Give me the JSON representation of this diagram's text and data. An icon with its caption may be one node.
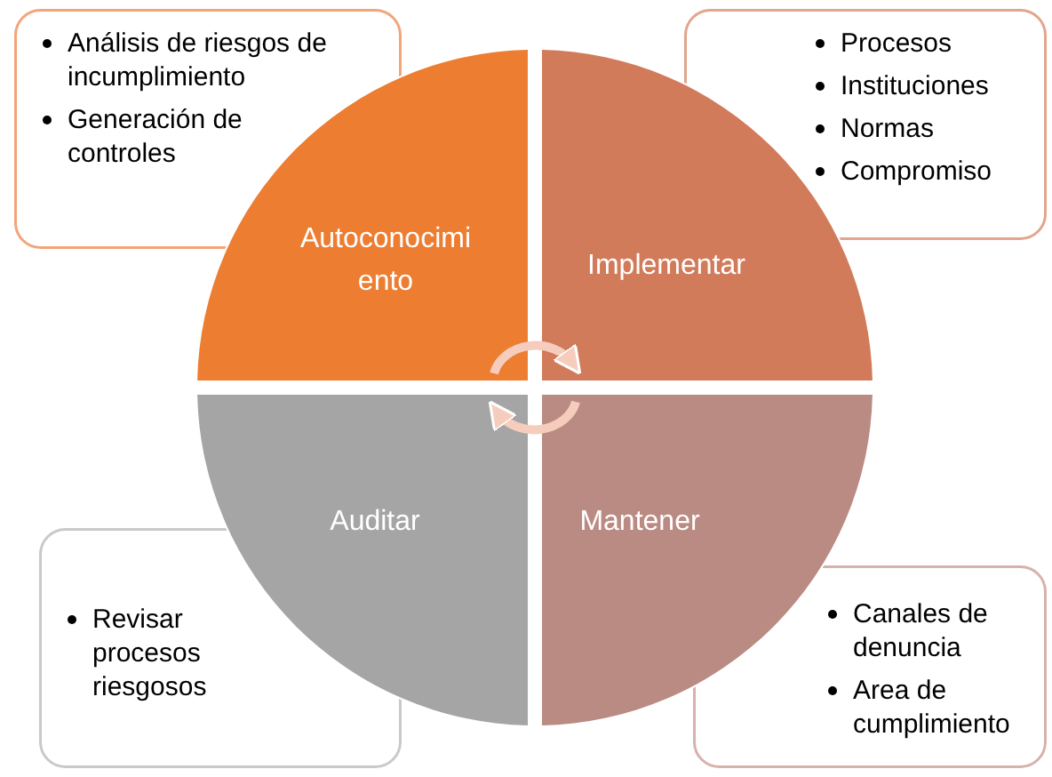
{
  "diagram": {
    "nodes": [
      {
        "text": [
          "Análisis de riesgos de incumplimiento",
          "Generación de controles"
        ]
      },
      {
        "text": [
          "Procesos",
          "Instituciones",
          "Normas",
          "Compromiso"
        ]
      },
      {
        "text": [
          "Autoconocimiento"
        ]
      },
      {
        "text": [
          "Implementar"
        ]
      },
      {
        "text": [
          "Auditar"
        ]
      },
      {
        "text": [
          "Mantener"
        ]
      },
      {
        "text": [
          "Revisar procesos riesgosos"
        ]
      },
      {
        "text": [
          "Canales de denuncia",
          "Area de cumplimiento"
        ]
      }
    ],
    "edges": [
      {
        "from": 2,
        "to": 3,
        "arrow": "to"
      },
      {
        "from": 5,
        "to": 4,
        "arrow": "to"
      }
    ]
  }
}
